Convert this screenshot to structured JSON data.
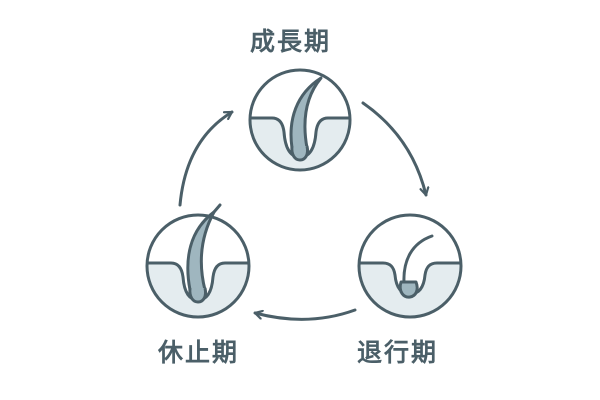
{
  "labels": {
    "anagen": "成長期",
    "catagen": "退行期",
    "telogen": "休止期"
  },
  "colors": {
    "stroke": "#4b5f68",
    "skin": "#e4ecef",
    "hair": "#9fb6bf",
    "background": "#ffffff",
    "text": "#4b5f68"
  },
  "icons": {
    "anagen": "hair-follicle-growing-icon",
    "catagen": "hair-follicle-regressing-icon",
    "telogen": "hair-follicle-resting-icon"
  }
}
